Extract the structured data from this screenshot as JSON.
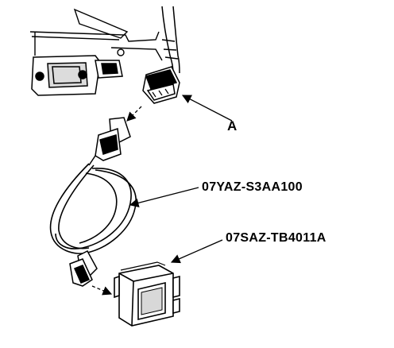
{
  "callouts": {
    "connector": "A",
    "cable": "07YAZ-S3AA100",
    "unit": "07SAZ-TB4011A"
  },
  "colors": {
    "ink": "#000000",
    "paper": "#ffffff"
  }
}
